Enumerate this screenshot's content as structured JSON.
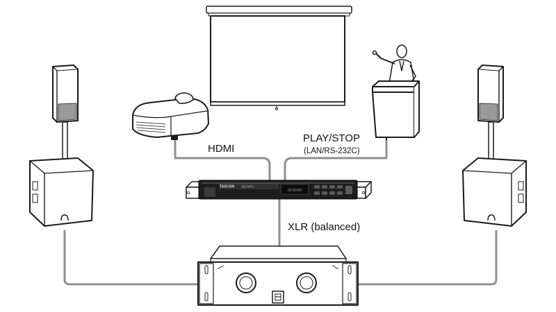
{
  "labels": {
    "hdmi": "HDMI",
    "play_stop": "PLAY/STOP",
    "play_stop_sub": "(LAN/RS-232C)",
    "xlr": "XLR (balanced)"
  },
  "player": {
    "brand": "TASCAM",
    "model": "BD-MP1"
  },
  "colors": {
    "cable": "#8f8f8f",
    "outline": "#1a1a1a",
    "player_body": "#1d1d1d",
    "device_fill": "#ffffff",
    "speaker_shade": "#9a9a9a"
  }
}
